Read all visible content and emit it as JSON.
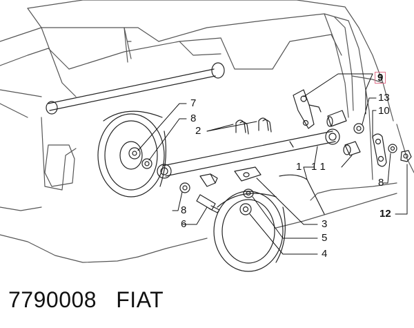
{
  "callouts": {
    "c9": "9",
    "c13": "13",
    "c10": "10",
    "c7": "7",
    "c8a": "8",
    "c2": "2",
    "c1": "1",
    "c11": "1 1",
    "c8b": "8",
    "c8c": "8",
    "c6": "6",
    "c12": "12",
    "c3": "3",
    "c5": "5",
    "c4": "4"
  },
  "footer": {
    "part_number": "7790008",
    "brand": "FIAT"
  },
  "colors": {
    "highlight_box": "#e0708a",
    "line": "#222222"
  }
}
